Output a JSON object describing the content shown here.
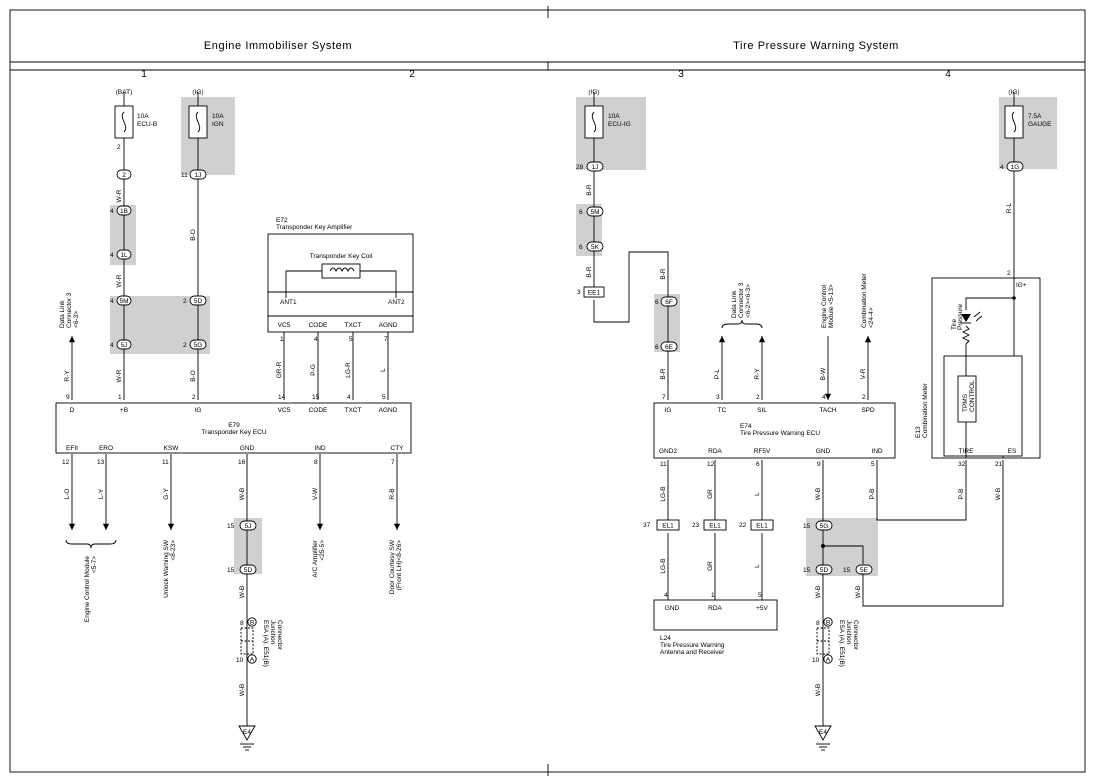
{
  "headers": {
    "left": "Engine Immobiliser System",
    "right": "Tire Pressure Warning System"
  },
  "columns": [
    "1",
    "2",
    "3",
    "4"
  ],
  "fuses": {
    "bat": {
      "src": "(BAT)",
      "rating": "10A",
      "name": "ECU-B",
      "pin": "2"
    },
    "ign": {
      "src": "(IG)",
      "rating": "10A",
      "name": "IGN"
    },
    "ecuig": {
      "src": "(IG)",
      "rating": "10A",
      "name": "ECU-IG"
    },
    "gauge": {
      "src": "(IG)",
      "rating": "7.5A",
      "name": "GAUGE"
    }
  },
  "connectors": {
    "c2": "2",
    "c1j": "1J",
    "n11": "11",
    "n4a": "4",
    "c1b": "1B",
    "n4b": "4",
    "c1l": "1L",
    "n4c": "4",
    "c5m": "5M",
    "n2a": "2",
    "c5d": "5D",
    "n4d": "4",
    "c5j": "5J",
    "n2b": "2",
    "c5g": "5G",
    "n28": "28",
    "c1j2": "1J",
    "n6a": "6",
    "c5m2": "5M",
    "n6b": "6",
    "c5k": "5K",
    "n3": "3",
    "ee1": "EE1",
    "n6c": "6",
    "c6f": "6F",
    "n6d": "6",
    "c6e": "6E",
    "n4e": "4",
    "c1g": "1G",
    "n15a": "15",
    "c5j2": "5J",
    "n15b": "15",
    "c5d2": "5D",
    "n15c": "15",
    "c5g2": "5G",
    "n15d": "15",
    "c5d3": "5D",
    "n15e": "15",
    "c5e": "5E",
    "n37": "37",
    "el1a": "EL1",
    "n23": "23",
    "el1b": "EL1",
    "n22": "22",
    "el1c": "EL1",
    "n8a": "8",
    "cBa": "B",
    "n10a": "10",
    "cAa": "A",
    "n8b": "8",
    "cBb": "B",
    "n10b": "10",
    "cAb": "A"
  },
  "wires": {
    "wr1": "W-R",
    "wr2": "W-R",
    "wr3": "W-R",
    "bo1": "B-O",
    "bo2": "B-O",
    "ry1": "R-Y",
    "grr": "GR-R",
    "pg": "P-G",
    "lgr": "LG-R",
    "l1": "L",
    "lo": "L-O",
    "ly": "L-Y",
    "gy": "G-Y",
    "wb1": "W-B",
    "wb2": "W-B",
    "wb3": "W-B",
    "vw": "V-W",
    "rb1": "R-B",
    "br1": "B-R",
    "br2": "B-R",
    "br3": "B-R",
    "br4": "B-R",
    "pl": "P-L",
    "ry2": "R-Y",
    "bw": "B-W",
    "vr": "V-R",
    "rl": "R-L",
    "lgb1": "LG-B",
    "gr1": "GR",
    "l2": "L",
    "wb4": "W-B",
    "pb1": "P-B",
    "pb2": "P-B",
    "wb5": "W-B",
    "lgb2": "LG-B",
    "gr2": "GR",
    "l3": "L",
    "wb6": "W-B",
    "wb7": "W-B",
    "wb8": "W-B"
  },
  "amplifier": {
    "id": "E72",
    "name": "Transponder Key Amplifier",
    "coil": "Transponder Key Coil",
    "ant1": "ANT1",
    "ant2": "ANT2",
    "pins": [
      "VC5",
      "CODE",
      "TXCT",
      "AGND"
    ],
    "nums": [
      "1",
      "4",
      "5",
      "7"
    ]
  },
  "key_ecu": {
    "id": "E79",
    "name": "Transponder Key ECU",
    "top_pins": [
      "D",
      "+B",
      "IG",
      "VC5",
      "CODE",
      "TXCT",
      "AGND"
    ],
    "top_nums": [
      "9",
      "1",
      "2",
      "14",
      "15",
      "4",
      "5"
    ],
    "bot_pins": [
      "EFII",
      "ERO",
      "KSW",
      "GND",
      "IND",
      "CTY"
    ],
    "bot_nums": [
      "12",
      "13",
      "11",
      "16",
      "8",
      "7"
    ]
  },
  "tpw_ecu": {
    "id": "E74",
    "name": "Tire Pressure Warning ECU",
    "top_pins": [
      "IG",
      "TC",
      "SIL",
      "TACH",
      "SPD"
    ],
    "top_nums": [
      "7",
      "3",
      "2",
      "4",
      "2"
    ],
    "bot_pins": [
      "GND2",
      "RDA",
      "RF5V",
      "GND",
      "IND"
    ],
    "bot_nums": [
      "11",
      "12",
      "6",
      "9",
      "5"
    ]
  },
  "receiver": {
    "id": "L24",
    "name1": "Tire Pressure Warning",
    "name2": "Antenna and Receiver",
    "pins": [
      "GND",
      "RDA",
      "+5V"
    ],
    "nums": [
      "4",
      "1",
      "5"
    ]
  },
  "meter": {
    "id": "E13",
    "name": "Combination Meter",
    "ig": "IG+",
    "n2": "2",
    "tire_lamp1": "Tire",
    "tire_lamp2": "Pressure",
    "control1": "TPMS",
    "control2": "CONTROL",
    "pins": [
      "TIRE",
      "ES"
    ],
    "nums": [
      "32",
      "21"
    ]
  },
  "junction": {
    "l1": "ESA (A), E51(B)",
    "l2": "Junction",
    "l3": "Connector"
  },
  "grounds": {
    "g1": "E4",
    "g2": "E4"
  },
  "destinations": {
    "dlc3a_1": "Data Link",
    "dlc3a_2": "Connector 3",
    "dlc3a_3": "<6-3>",
    "ecm1_1": "Engine Control Module",
    "ecm1_2": "<5-7>",
    "unlock_1": "Unlock Warning SW",
    "unlock_2": "<8-23>",
    "ac_1": "A/C Amplifier",
    "ac_2": "<25-5>",
    "door_1": "Door Courtesy SW",
    "door_2": "(Front LH)<8-26>",
    "ecm2_1": "Engine Control",
    "ecm2_2": "Module <5-13>",
    "dlc3b_1": "Data Link",
    "dlc3b_2": "Connector 3",
    "dlc3b_3": "<6-2><6-3>",
    "meter_1": "Combination Meter",
    "meter_2": "<24-4>"
  }
}
